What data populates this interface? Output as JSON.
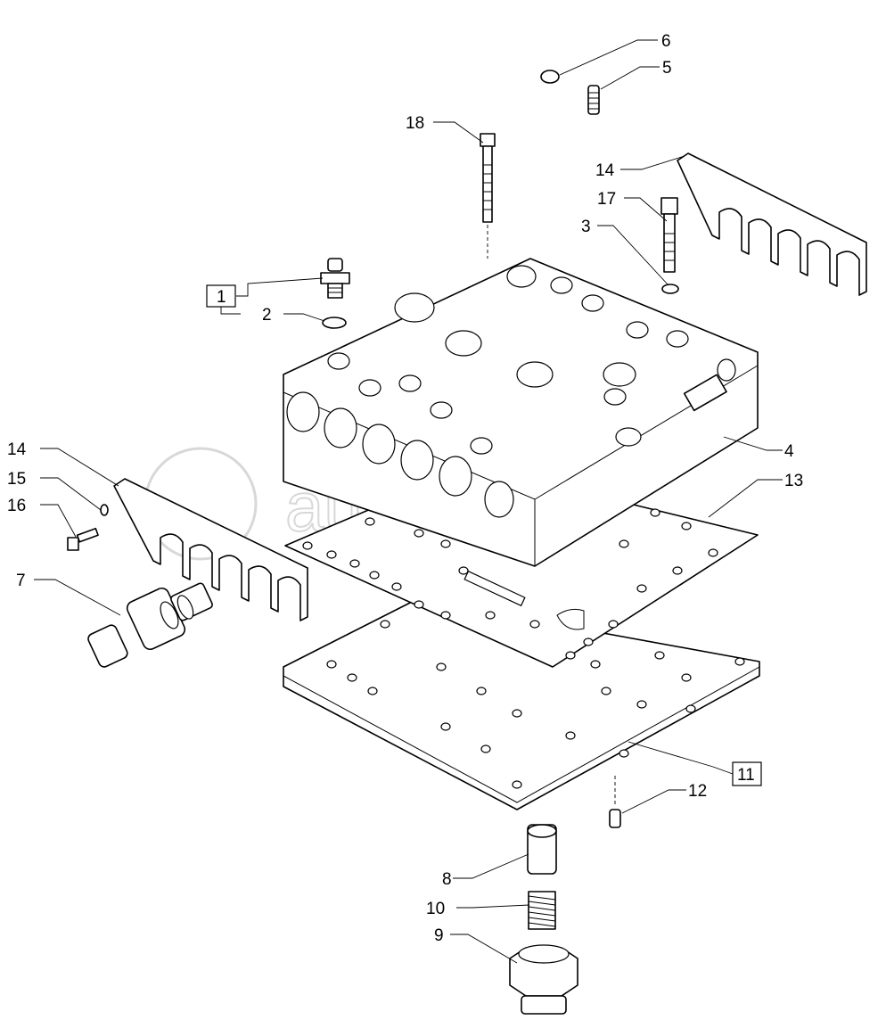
{
  "diagram": {
    "watermark": "autopiter.ru",
    "callouts": [
      {
        "id": "6",
        "label": "6",
        "boxed": false
      },
      {
        "id": "5",
        "label": "5",
        "boxed": false
      },
      {
        "id": "18",
        "label": "18",
        "boxed": false
      },
      {
        "id": "14a",
        "label": "14",
        "boxed": false
      },
      {
        "id": "17",
        "label": "17",
        "boxed": false
      },
      {
        "id": "3",
        "label": "3",
        "boxed": false
      },
      {
        "id": "1",
        "label": "1",
        "boxed": true
      },
      {
        "id": "2",
        "label": "2",
        "boxed": false
      },
      {
        "id": "4",
        "label": "4",
        "boxed": false
      },
      {
        "id": "13",
        "label": "13",
        "boxed": false
      },
      {
        "id": "14b",
        "label": "14",
        "boxed": false
      },
      {
        "id": "15",
        "label": "15",
        "boxed": false
      },
      {
        "id": "16",
        "label": "16",
        "boxed": false
      },
      {
        "id": "7",
        "label": "7",
        "boxed": false
      },
      {
        "id": "11",
        "label": "11",
        "boxed": true
      },
      {
        "id": "12",
        "label": "12",
        "boxed": false
      },
      {
        "id": "8",
        "label": "8",
        "boxed": false
      },
      {
        "id": "10",
        "label": "10",
        "boxed": false
      },
      {
        "id": "9",
        "label": "9",
        "boxed": false
      }
    ]
  }
}
